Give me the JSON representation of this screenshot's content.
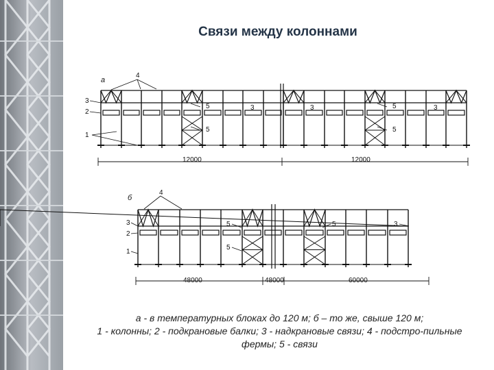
{
  "slide": {
    "title": "Связи между колоннами"
  },
  "diagram_a": {
    "label": "а",
    "callouts": {
      "c1": "1",
      "c2": "2",
      "c3": "3",
      "c4": "4"
    },
    "inline_labels": [
      "3",
      "3",
      "3",
      "5",
      "5",
      "5",
      "5"
    ],
    "dimensions": [
      "12000",
      "12000"
    ]
  },
  "diagram_b": {
    "label": "б",
    "callouts": {
      "c1": "1",
      "c2": "2",
      "c3": "3",
      "c4": "4"
    },
    "inline_labels": [
      "5",
      "5",
      "5",
      "3"
    ],
    "dimensions": [
      "48000",
      "48000",
      "60000"
    ]
  },
  "caption": {
    "line1": "а - в температурных блоках до 120 м; б – то же, свыше 120 м;",
    "line2": "1 - колонны; 2 - подкрановые балки; 3 - надкрановые связи; 4 - подстро-пильные",
    "line3": "фермы; 5 - связи"
  },
  "colors": {
    "title": "#243447",
    "line": "#111111",
    "photo": "#8a8e93"
  }
}
